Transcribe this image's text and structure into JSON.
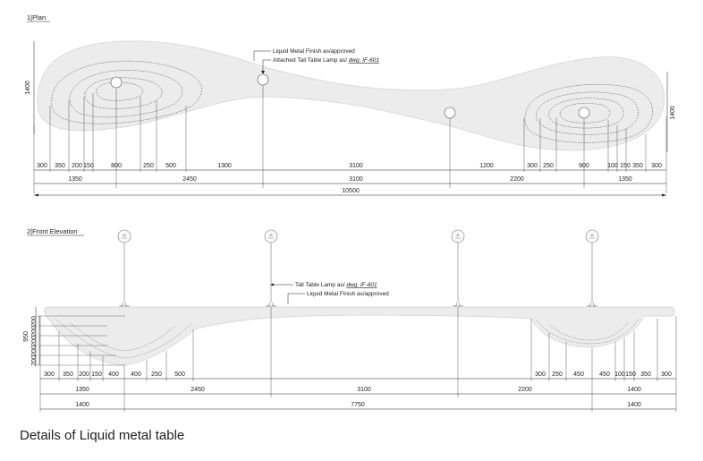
{
  "plan": {
    "heading": "1|Plan",
    "callout_finish": "Liquid Metal Finish as/approved",
    "callout_lamp_prefix": "Attached Tall Table Lamp as/ ",
    "callout_lamp_ref": "dwg. IF-601",
    "dim_left_height": "1400",
    "dim_right_height": "1400",
    "row1": [
      "300",
      "350",
      "200",
      "150",
      "800",
      "250",
      "500",
      "1300",
      "3100",
      "1200",
      "300",
      "250",
      "900",
      "100",
      "150",
      "350",
      "300"
    ],
    "row2": [
      "1350",
      "2450",
      "3100",
      "2200",
      "1350"
    ],
    "total": "10500"
  },
  "elevation": {
    "heading": "2|Front Elevation",
    "callout_lamp_prefix": "Tall Table Lamp as/ ",
    "callout_lamp_ref": "dwg. IF-601",
    "callout_finish": "Liquid Metal Finish as/approved",
    "dim_height": "950",
    "vert_stack": [
      "200",
      "200",
      "200",
      "200",
      "200"
    ],
    "row1_left": [
      "300",
      "350",
      "200",
      "150",
      "400",
      "400",
      "250",
      "500"
    ],
    "row1_right": [
      "300",
      "250",
      "450",
      "450",
      "100",
      "150",
      "350",
      "300"
    ],
    "row2": [
      "1350",
      "2450",
      "3100",
      "2200",
      "1400"
    ],
    "row3": [
      "1400",
      "7750",
      "1400"
    ]
  },
  "caption": "Details of Liquid metal table"
}
